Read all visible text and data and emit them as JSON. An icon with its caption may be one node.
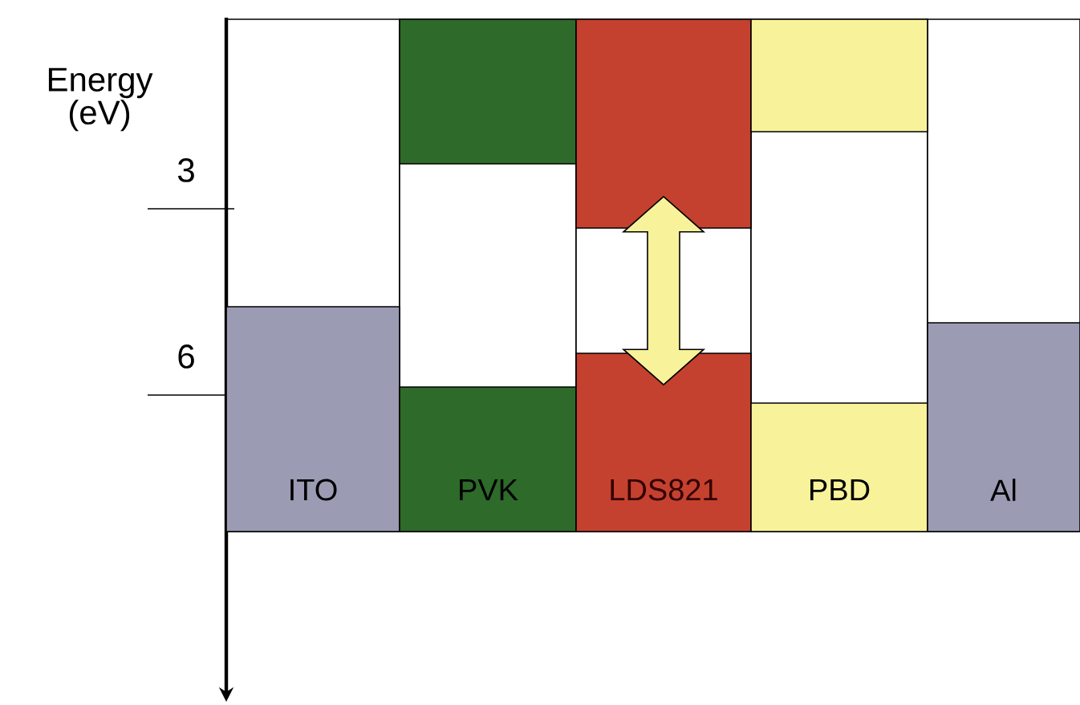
{
  "diagram": {
    "nodes": [
      {
        "text": [
          "ITO"
        ]
      },
      {
        "text": [
          "PVK"
        ]
      },
      {
        "text": [
          "LDS821"
        ]
      },
      {
        "text": [
          "PBD"
        ]
      },
      {
        "text": [
          "Al"
        ]
      },
      {
        "text": [],
        "shape": "box"
      },
      {
        "text": [],
        "shape": "box"
      },
      {
        "text": [],
        "shape": "box"
      }
    ],
    "edges": [
      {
        "from": 6,
        "to": 2,
        "arrow": "both"
      }
    ],
    "labels": [
      "Energy (eV)",
      "3",
      "6"
    ]
  }
}
